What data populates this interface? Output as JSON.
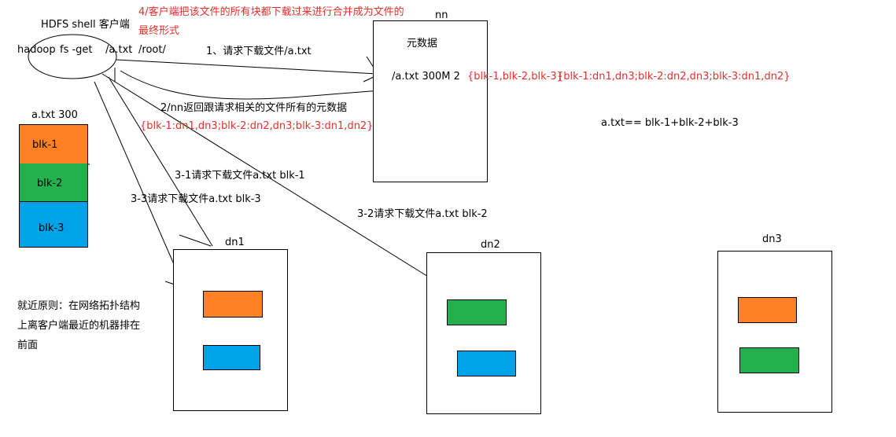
{
  "client": {
    "label": "HDFS shell 客户端",
    "command": [
      "hadoop",
      "fs -get",
      "/a.txt",
      "/root/"
    ]
  },
  "step4": {
    "lines": [
      "4/客户端把该文件的所有块都下载过来进行合并成为文件的",
      "最终形式"
    ]
  },
  "step1": {
    "label": "1、请求下载文件/a.txt"
  },
  "step2": {
    "label": "2/nn返回跟请求相关的文件所有的元数据",
    "metadata": "{blk-1:dn1,dn3;blk-2:dn2,dn3;blk-3:dn1,dn2}"
  },
  "step31": {
    "label": "3-1请求下载文件a.txt blk-1"
  },
  "step32": {
    "label": "3-2请求下载文件a.txt blk-2"
  },
  "step33": {
    "label": "3-3请求下载文件a.txt blk-3"
  },
  "namenode": {
    "title": "nn",
    "meta_title": "元数据",
    "entry": "/a.txt 300M 2",
    "blocks": "{blk-1,blk-2,blk-3}",
    "locations": "{blk-1:dn1,dn3;blk-2:dn2,dn3;blk-3:dn1,dn2}"
  },
  "formula": "a.txt== blk-1+blk-2+blk-3",
  "file": {
    "label": "a.txt  300",
    "blocks": [
      "blk-1",
      "blk-2",
      "blk-3"
    ]
  },
  "datanodes": [
    {
      "name": "dn1"
    },
    {
      "name": "dn2"
    },
    {
      "name": "dn3"
    }
  ],
  "note": {
    "lines": [
      "就近原则：在网络拓扑结构",
      "上离客户端最近的机器排在",
      "前面"
    ]
  },
  "colors": {
    "blk1": "#ff8124",
    "blk2": "#22b14c",
    "blk3": "#00a2e8",
    "red": "#e5302b"
  }
}
